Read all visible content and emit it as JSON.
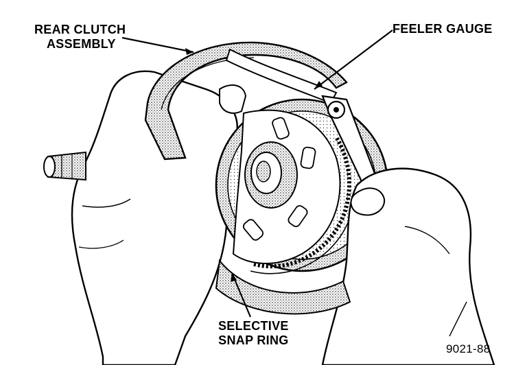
{
  "labels": {
    "rear_clutch_line1": "REAR CLUTCH",
    "rear_clutch_line2": "ASSEMBLY",
    "feeler_gauge": "FEELER GAUGE",
    "snap_ring_line1": "SELECTIVE",
    "snap_ring_line2": "SNAP RING",
    "figure_number": "9021-88"
  }
}
